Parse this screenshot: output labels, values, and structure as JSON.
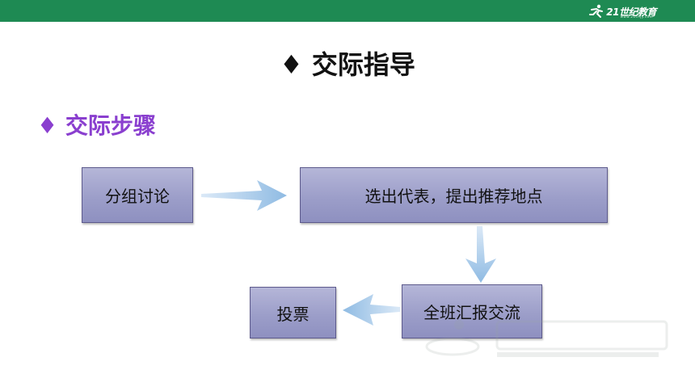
{
  "header": {
    "logo_text": "21世纪教育",
    "logo_sub": "www.21cnjy.com",
    "bar_color": "#1e8a53"
  },
  "title": "♦ 交际指导",
  "subtitle": "♦ 交际步骤",
  "flow": {
    "step1": "分组讨论",
    "step2": "选出代表，提出推荐地点",
    "step3": "全班汇报交流",
    "step4": "投票"
  },
  "colors": {
    "title": "#111111",
    "subtitle": "#8a3fcf",
    "box_fill": "#a3a5cc",
    "arrow": "#9cc3e6"
  }
}
